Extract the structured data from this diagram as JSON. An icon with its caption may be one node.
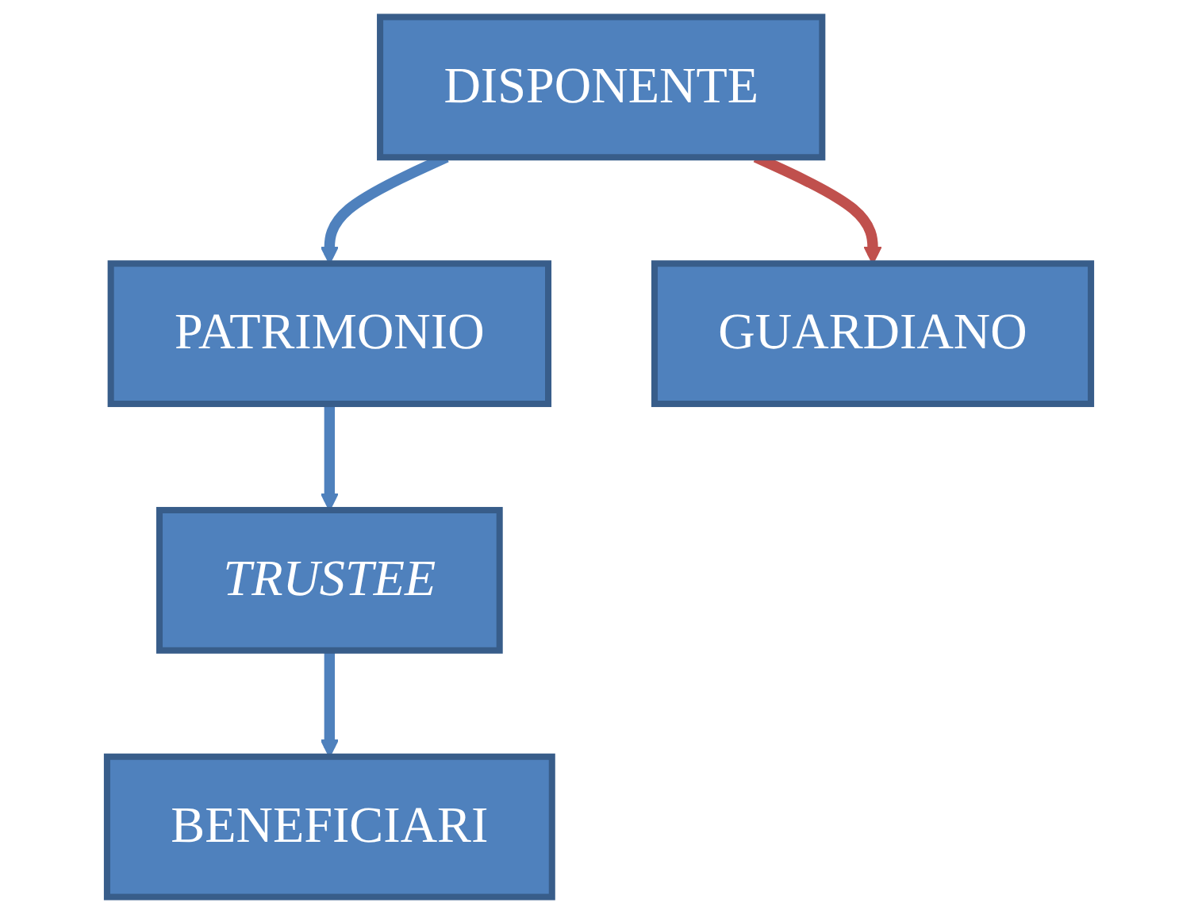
{
  "diagram": {
    "nodes": [
      {
        "text": [
          "DISPONENTE"
        ]
      },
      {
        "text": [
          "PATRIMONIO"
        ]
      },
      {
        "text": [
          "GUARDIANO"
        ]
      },
      {
        "text": [
          "TRUSTEE"
        ]
      },
      {
        "text": [
          "BENEFICIARI"
        ]
      }
    ],
    "edges": [
      {
        "from": 0,
        "to": 1,
        "arrow": "to"
      },
      {
        "from": 1,
        "to": 3,
        "arrow": "to"
      },
      {
        "from": 3,
        "to": 4,
        "arrow": "to"
      },
      {
        "from": 0,
        "to": 2,
        "arrow": "to",
        "color": "#c0504d"
      }
    ]
  }
}
